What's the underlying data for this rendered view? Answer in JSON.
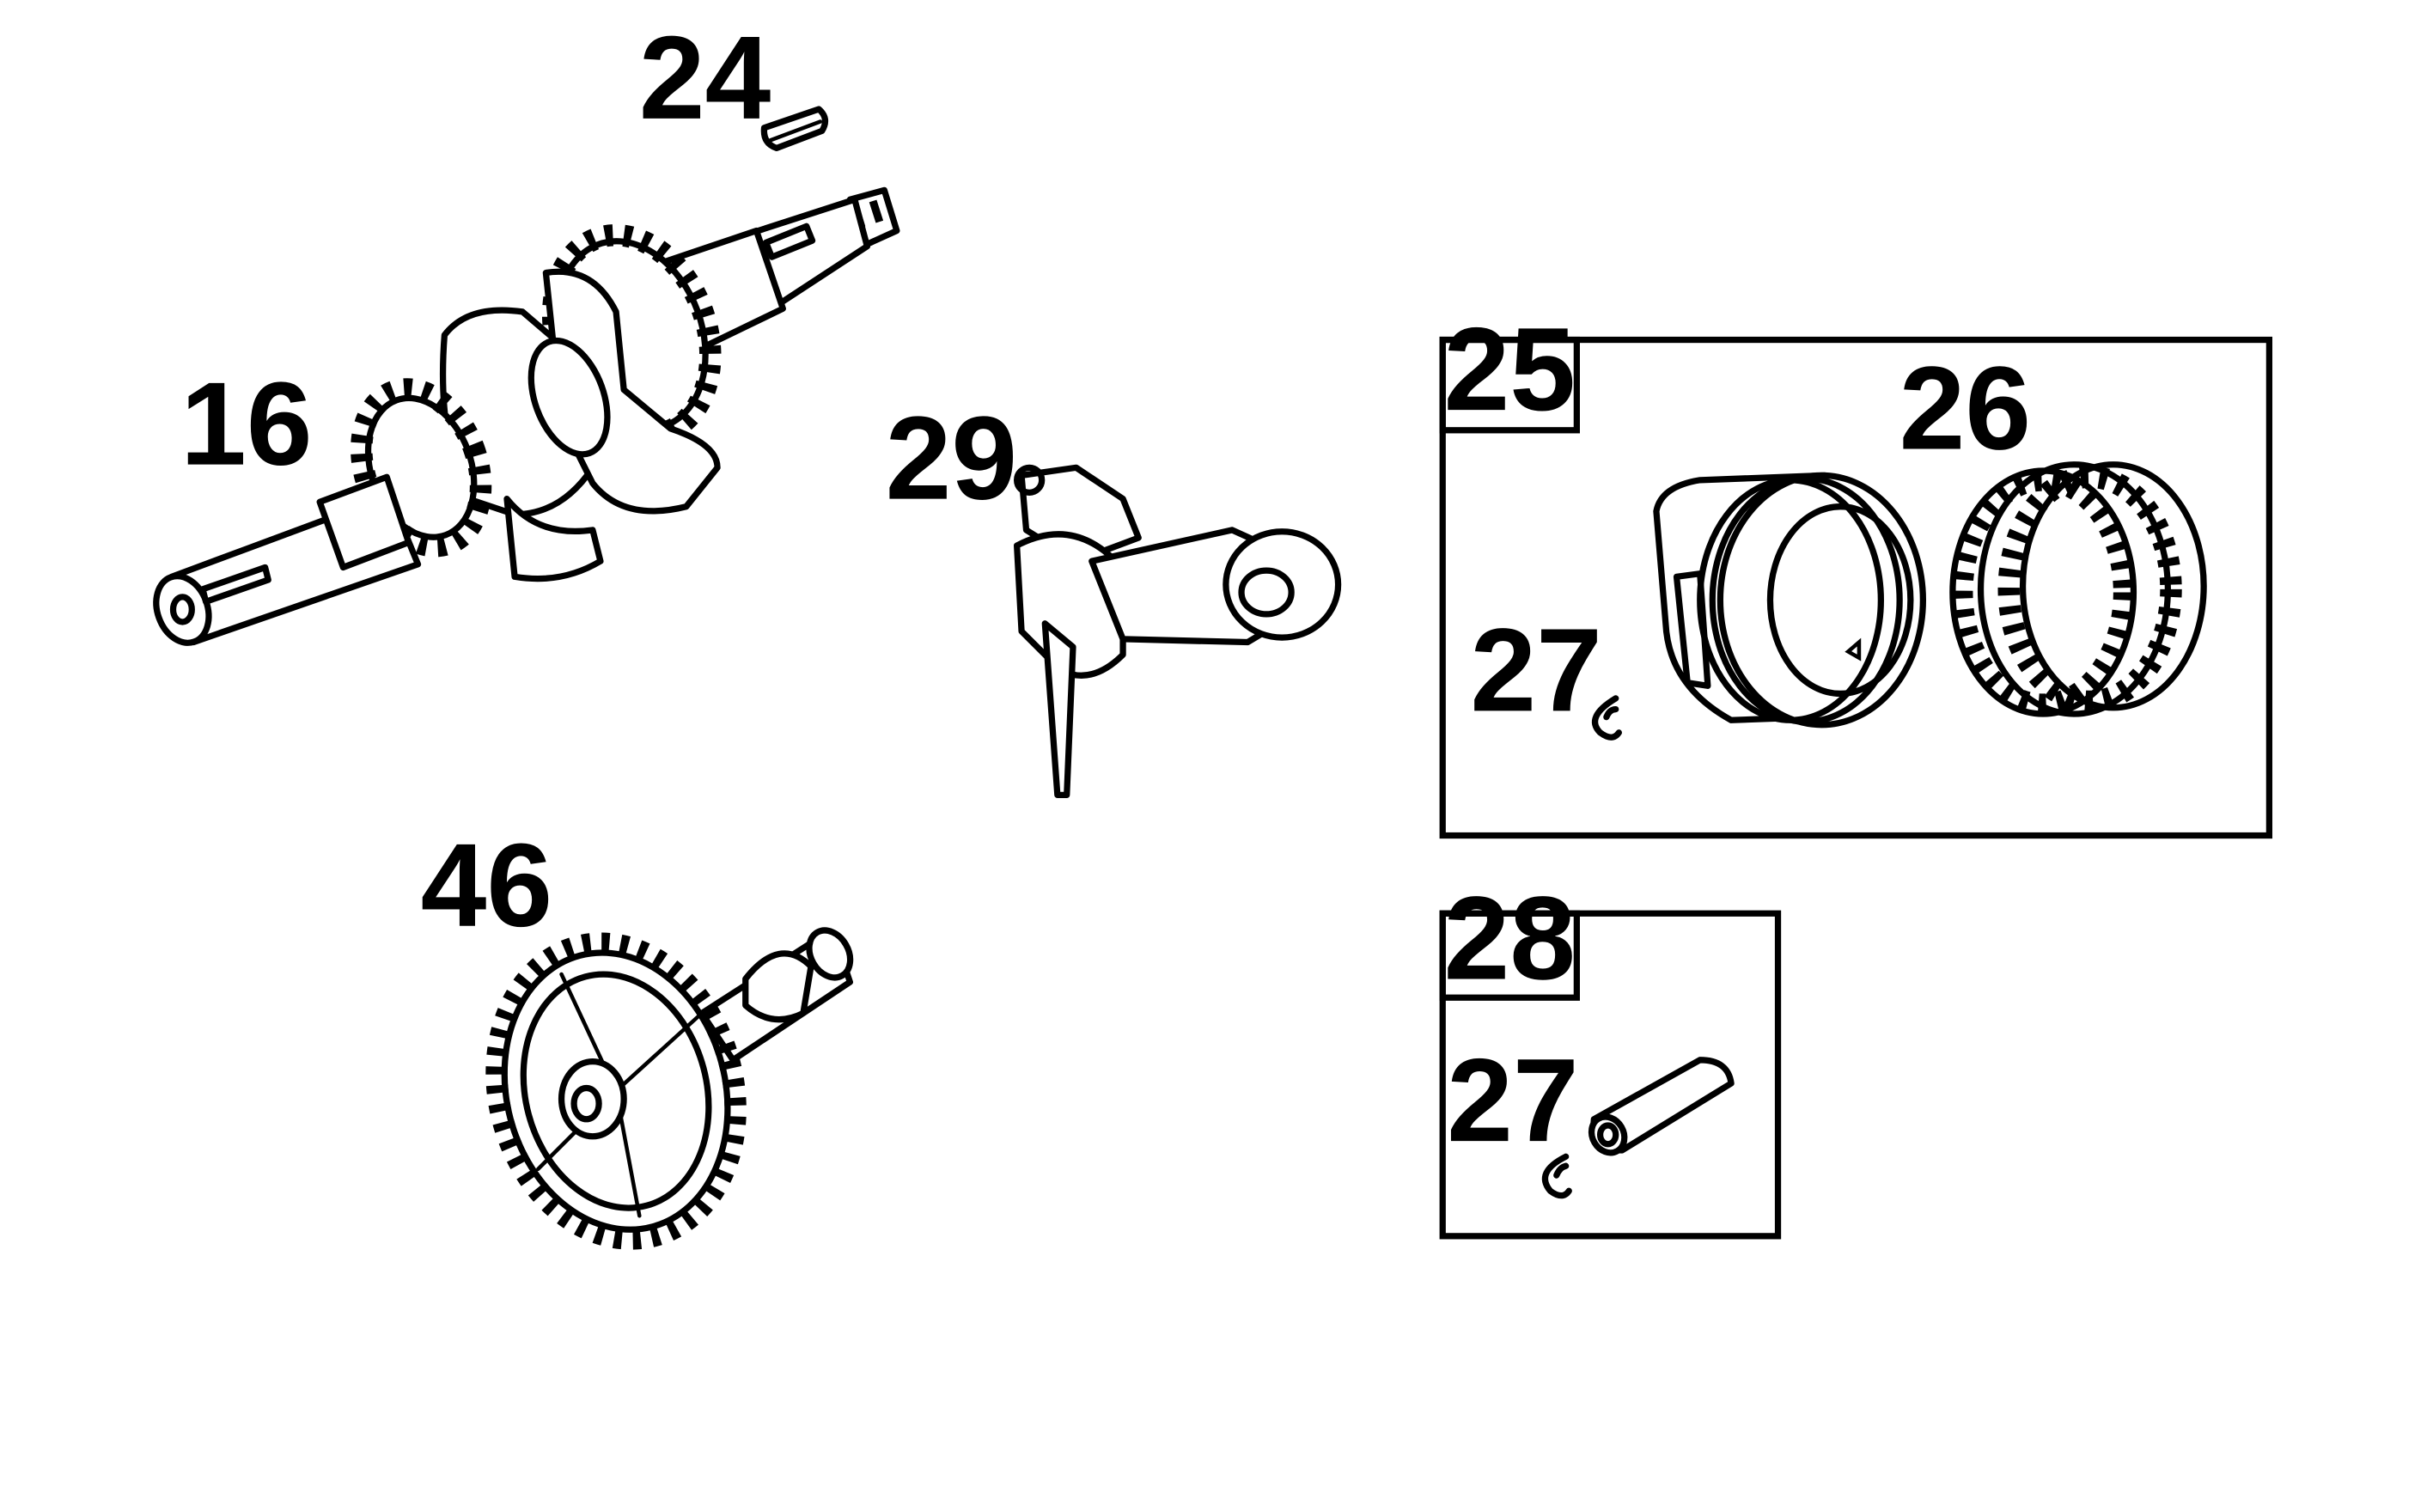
{
  "callouts": {
    "crankshaft": "16",
    "key": "24",
    "piston_assembly_box": "25",
    "piston_rings": "26",
    "retainer_in_piston_box": "27",
    "piston_pin_box": "28",
    "retainer_in_pin_box": "27",
    "connecting_rod": "29",
    "camshaft": "46"
  },
  "parts": [
    {
      "ref": "16",
      "icon": "crankshaft-icon"
    },
    {
      "ref": "24",
      "icon": "woodruff-key-icon"
    },
    {
      "ref": "25",
      "icon": "piston-icon"
    },
    {
      "ref": "26",
      "icon": "piston-ring-set-icon"
    },
    {
      "ref": "27",
      "icon": "retaining-clip-icon"
    },
    {
      "ref": "28",
      "icon": "piston-pin-icon"
    },
    {
      "ref": "29",
      "icon": "connecting-rod-icon"
    },
    {
      "ref": "46",
      "icon": "camshaft-gear-icon"
    }
  ]
}
